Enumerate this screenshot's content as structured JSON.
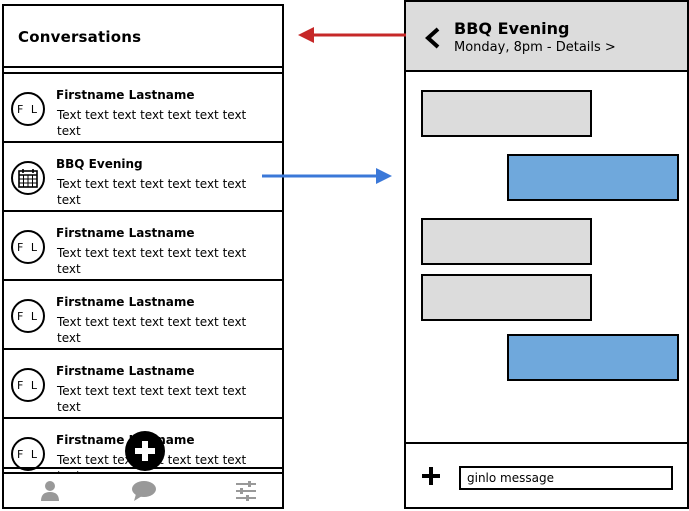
{
  "left_screen": {
    "header_title": "Conversations",
    "items": [
      {
        "avatar": "F L",
        "name": "Firstname Lastname",
        "text": "Text text text text text text text text",
        "avatar_type": "initials"
      },
      {
        "avatar": "",
        "name": "BBQ Evening",
        "text": "Text text text text text text text text",
        "avatar_type": "calendar-icon"
      },
      {
        "avatar": "F L",
        "name": "Firstname Lastname",
        "text": "Text text text text text text text text",
        "avatar_type": "initials"
      },
      {
        "avatar": "F L",
        "name": "Firstname Lastname",
        "text": "Text text text text text text text text",
        "avatar_type": "initials"
      },
      {
        "avatar": "F L",
        "name": "Firstname Lastname",
        "text": "Text text text text text text text text",
        "avatar_type": "initials"
      },
      {
        "avatar": "F L",
        "name": "Firstname Lastname",
        "text": "Text text text text text text text text",
        "avatar_type": "initials"
      }
    ],
    "bottom_nav": [
      {
        "icon": "user-icon"
      },
      {
        "icon": "chat-bubble-icon"
      },
      {
        "icon": "sliders-icon"
      }
    ],
    "fab_icon": "plus-icon"
  },
  "right_screen": {
    "title": "BBQ Evening",
    "subtitle": "Monday, 8pm - Details >",
    "back_icon": "chevron-left-icon",
    "bubbles": [
      {
        "side": "in"
      },
      {
        "side": "out"
      },
      {
        "side": "in"
      },
      {
        "side": "in"
      },
      {
        "side": "out"
      }
    ],
    "composer": {
      "plus_icon": "plus-icon",
      "input_value": "ginlo message"
    }
  },
  "colors": {
    "header_gray": "#dcdcdc",
    "bubble_in": "#dcdcdc",
    "bubble_out": "#6fa8dc",
    "arrow_red": "#c62828",
    "arrow_blue": "#3b78d8"
  }
}
